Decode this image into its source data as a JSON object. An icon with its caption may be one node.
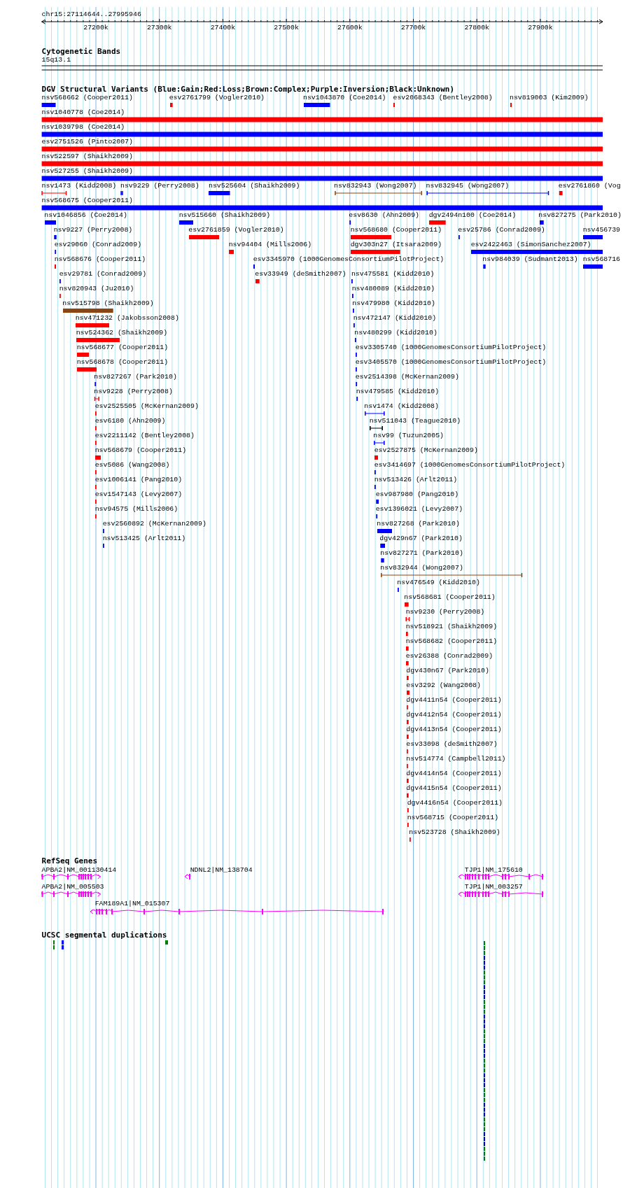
{
  "diagram": {
    "labels": [
      "chr15:27114644..27995946",
      "27200k",
      "27300k",
      "27400k",
      "27500k",
      "27600k",
      "27700k",
      "27800k",
      "27900k",
      "Cytogenetic Bands",
      "15q13.1",
      "DGV Structural Variants (Blue:Gain;Red:Loss;Brown:Complex;Purple:Inversion;Black:Unknown)",
      "nsv568662 (Cooper2011)",
      "esv2761799 (Vogler2010)",
      "nsv1043870 (Coe2014)",
      "esv2068343 (Bentley2008)",
      "nsv819003 (Kim2009)",
      "nsv1040778 (Coe2014)",
      "nsv1039798 (Coe2014)",
      "esv2751526 (Pinto2007)",
      "nsv522597 (Shaikh2009)",
      "nsv527255 (Shaikh2009)",
      "nsv1473 (Kidd2008)",
      "nsv9229 (Perry2008)",
      "nsv525604 (Shaikh2009)",
      "nsv832943 (Wong2007)",
      "nsv832945 (Wong2007)",
      "esv2761860 (Vog",
      "nsv568675 (Cooper2011)",
      "nsv1046856 (Coe2014)",
      "nsv515660 (Shaikh2009)",
      "esv8630 (Ahn2009)",
      "dgv2494n100 (Coe2014)",
      "nsv827275 (Park2010)",
      "nsv9227 (Perry2008)",
      "esv2761859 (Vogler2010)",
      "nsv568680 (Cooper2011)",
      "esv25786 (Conrad2009)",
      "nsv456739",
      "esv29060 (Conrad2009)",
      "nsv94404 (Mills2006)",
      "dgv303n27 (Itsara2009)",
      "esv2422463 (SimonSanchez2007)",
      "nsv568676 (Cooper2011)",
      "esv3345970 (1000GenomesConsortiumPilotProject)",
      "nsv984039 (Sudmant2013)",
      "nsv568716",
      "esv29781 (Conrad2009)",
      "esv33949 (deSmith2007)",
      "nsv475581 (Kidd2010)",
      "nsv820943 (Ju2010)",
      "nsv480089 (Kidd2010)",
      "nsv515798 (Shaikh2009)",
      "nsv479980 (Kidd2010)",
      "nsv471232 (Jakobsson2008)",
      "nsv472147 (Kidd2010)",
      "nsv524362 (Shaikh2009)",
      "nsv480299 (Kidd2010)",
      "nsv568677 (Cooper2011)",
      "esv3305740 (1000GenomesConsortiumPilotProject)",
      "nsv568678 (Cooper2011)",
      "esv3405570 (1000GenomesConsortiumPilotProject)",
      "nsv827267 (Park2010)",
      "esv2514398 (McKernan2009)",
      "nsv9228 (Perry2008)",
      "nsv479585 (Kidd2010)",
      "esv2525505 (McKernan2009)",
      "nsv1474 (Kidd2008)",
      "esv6180 (Ahn2009)",
      "nsv511043 (Teague2010)",
      "esv2211142 (Bentley2008)",
      "nsv99 (Tuzun2005)",
      "nsv568679 (Cooper2011)",
      "esv2527875 (McKernan2009)",
      "esv5086 (Wang2008)",
      "esv3414697 (1000GenomesConsortiumPilotProject)",
      "esv1006141 (Pang2010)",
      "nsv513426 (Arlt2011)",
      "esv1547143 (Levy2007)",
      "esv987980 (Pang2010)",
      "nsv94575 (Mills2006)",
      "esv1396021 (Levy2007)",
      "esv2560892 (McKernan2009)",
      "nsv827268 (Park2010)",
      "nsv513425 (Arlt2011)",
      "dgv429n67 (Park2010)",
      "nsv827271 (Park2010)",
      "nsv832944 (Wong2007)",
      "nsv476549 (Kidd2010)",
      "nsv568681 (Cooper2011)",
      "nsv9230 (Perry2008)",
      "nsv518921 (Shaikh2009)",
      "nsv568682 (Cooper2011)",
      "esv26388 (Conrad2009)",
      "dgv430n67 (Park2010)",
      "esv3292 (Wang2008)",
      "dgv4411n54 (Cooper2011)",
      "dgv4412n54 (Cooper2011)",
      "dgv4413n54 (Cooper2011)",
      "esv33098 (deSmith2007)",
      "nsv514774 (Campbell2011)",
      "dgv4414n54 (Cooper2011)",
      "dgv4415n54 (Cooper2011)",
      "dgv4416n54 (Cooper2011)",
      "nsv568715 (Cooper2011)",
      "nsv523728 (Shaikh2009)",
      "RefSeq Genes",
      "APBA2|NM_001130414",
      "NDNL2|NM_138704",
      "TJP1|NM_175610",
      "APBA2|NM_005503",
      "TJP1|NM_003257",
      "FAM189A1|NM_015307",
      "UCSC segmental duplications"
    ]
  }
}
